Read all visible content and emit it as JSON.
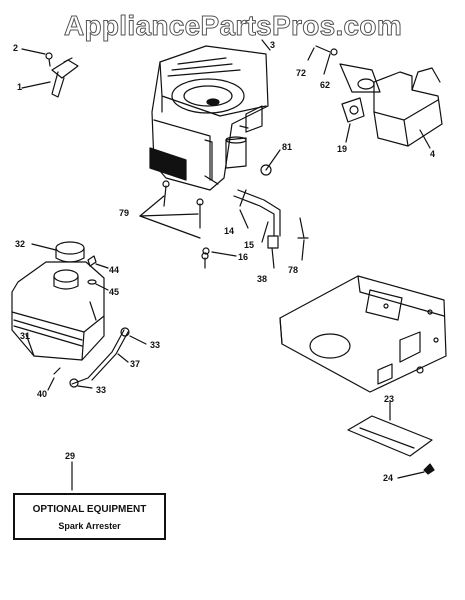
{
  "watermark": "AppliancePartsPros.com",
  "callouts": {
    "c2": "2",
    "c1": "1",
    "c3": "3",
    "c72": "72",
    "c62": "62",
    "c19": "19",
    "c4": "4",
    "c81": "81",
    "c79": "79",
    "c14": "14",
    "c15": "15",
    "c16": "16",
    "c38": "38",
    "c78": "78",
    "c32": "32",
    "c44": "44",
    "c45": "45",
    "c31": "31",
    "c33a": "33",
    "c37": "37",
    "c40": "40",
    "c33b": "33",
    "c23": "23",
    "c24": "24",
    "c29": "29"
  },
  "optional_box": {
    "line1": "OPTIONAL EQUIPMENT",
    "line2": "Spark Arrester"
  }
}
